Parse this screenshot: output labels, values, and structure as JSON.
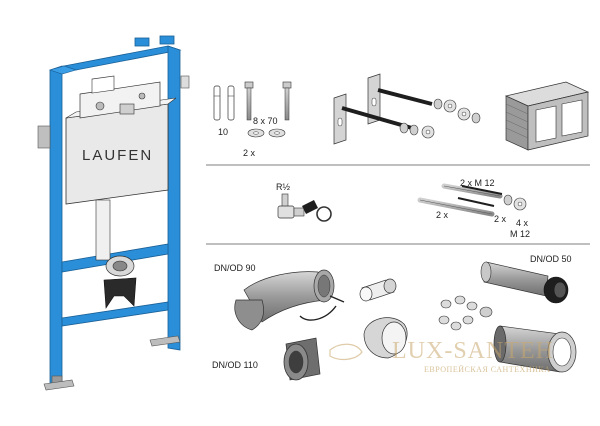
{
  "frame": {
    "brand": "LAUFEN"
  },
  "fixings": {
    "qty_screw": "10",
    "qty_bolt": "8 x 70",
    "qty_washers": "2 x"
  },
  "valve": {
    "thread": "R½"
  },
  "rods": {
    "qty_rods": "2 x",
    "qty_m12": "2 x M 12",
    "qty_nuts": "2 x",
    "qty_washers": "4 x",
    "thread": "M 12"
  },
  "pipes": {
    "dn90": "DN/OD 90",
    "dn50": "DN/OD 50",
    "dn110": "DN/OD 110"
  },
  "watermark": {
    "name": "LUX-SANTEH",
    "tagline": "ЕВРОПЕЙСКАЯ САНТЕХНИКА"
  },
  "colors": {
    "frame_blue": "#2a8fd8",
    "line": "#333333",
    "part_gray": "#9a9a9a",
    "watermark": "#c9a96e"
  }
}
